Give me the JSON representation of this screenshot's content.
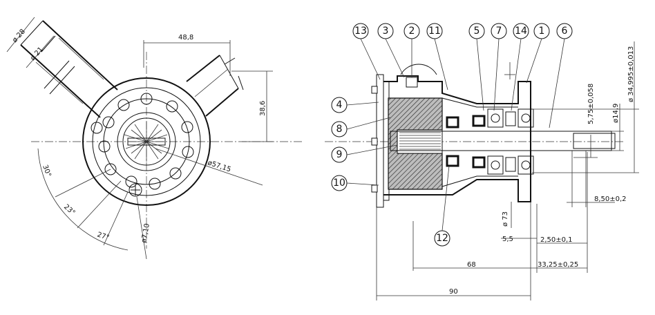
{
  "front_view": {
    "dimensions": {
      "d_outer_inlet": "ø 28",
      "d_inner_inlet": "ø 21",
      "offset_x": "48,8",
      "offset_y": "38,6",
      "bolt_circle": "ø57,15",
      "hole_dia": "ø7,10",
      "angle_1": "30°",
      "angle_2": "23°",
      "angle_3": "27°"
    }
  },
  "section_view": {
    "part_numbers": [
      "13",
      "3",
      "2",
      "11",
      "5",
      "7",
      "14",
      "1",
      "6",
      "4",
      "8",
      "9",
      "10",
      "12"
    ],
    "dimensions": {
      "shaft_dia": "ø14,9",
      "bearing_fit": "ø 34,995±0,013",
      "shaft_step": "5,75±0,058",
      "shaft_tip": "8,50±0,2",
      "dim_55": "5,5",
      "dim_250": "2,50±0,1",
      "dim_3325": "33,25±0,25",
      "dim_68": "68",
      "dim_90": "90",
      "dim_73": "ø 73"
    }
  }
}
